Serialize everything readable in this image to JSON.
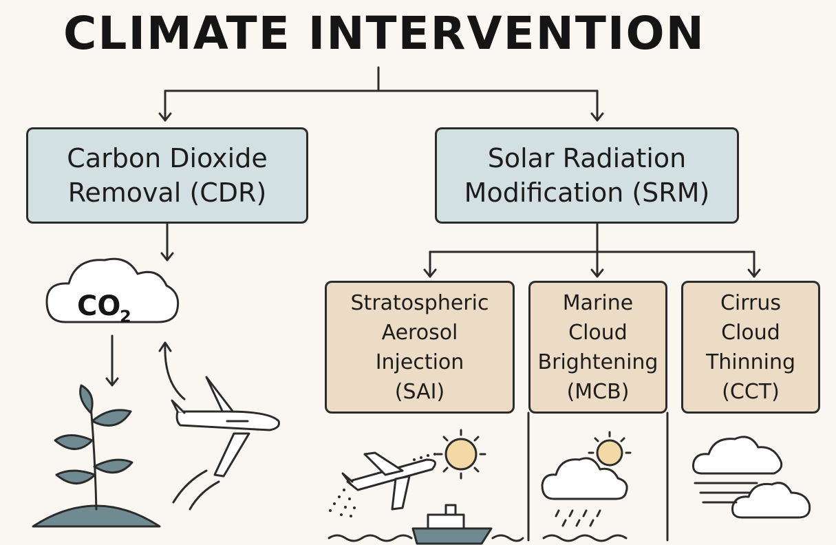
{
  "title": "CLIMATE INTERVENTION",
  "cdr": {
    "line1": "Carbon Dioxide",
    "line2": "Removal (CDR)"
  },
  "srm": {
    "line1": "Solar Radiation",
    "line2": "Modification (SRM)"
  },
  "sai": {
    "line1": "Stratospheric",
    "line2": "Aerosol",
    "line3": "Injection",
    "line4": "(SAI)"
  },
  "mcb": {
    "line1": "Marine",
    "line2": "Cloud",
    "line3": "Brightening",
    "line4": "(MCB)"
  },
  "cct": {
    "line1": "Cirrus",
    "line2": "Cloud",
    "line3": "Thinning",
    "line4": "(CCT)"
  },
  "co2": {
    "main": "CO",
    "sub": "2"
  },
  "colors": {
    "cdr_fill": "#d3e0e2",
    "method_fill": "#ecdcc6",
    "line": "#2b2b2b",
    "leaf": "#6f8a91"
  },
  "icons": [
    "cloud-co2-icon",
    "plant-icon",
    "airplane-icon",
    "sun-icon",
    "ship-icon",
    "cloud-icon",
    "rain-icon",
    "waves-icon"
  ]
}
